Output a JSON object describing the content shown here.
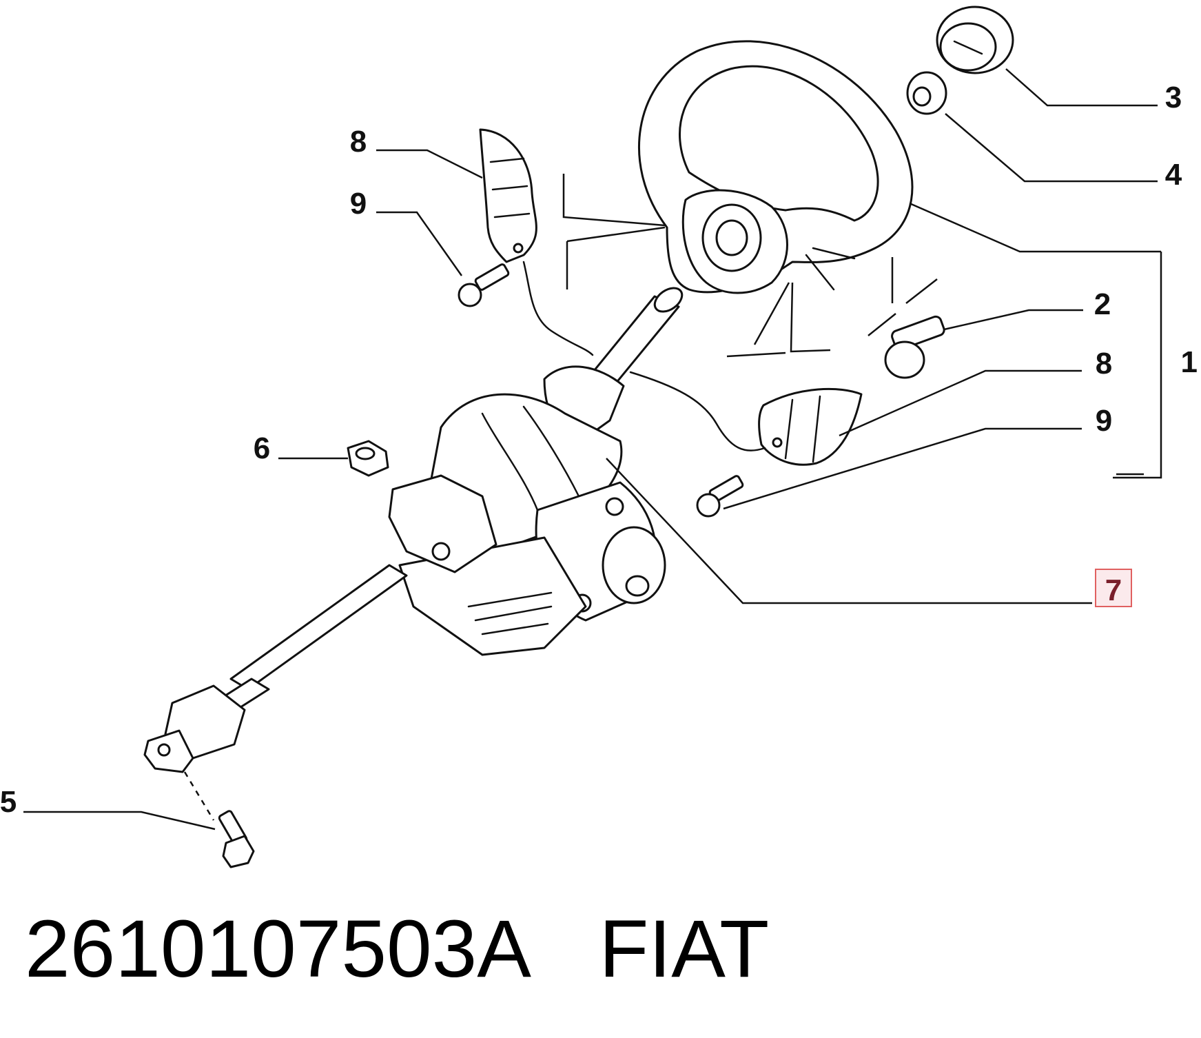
{
  "callouts": {
    "c1": "1",
    "c2": "2",
    "c3": "3",
    "c4": "4",
    "c5": "5",
    "c6": "6",
    "c7": "7",
    "c8a": "8",
    "c8b": "8",
    "c9a": "9",
    "c9b": "9"
  },
  "highlight": {
    "callout": "7",
    "border_color": "#e06060",
    "fill_color": "#fbeaec"
  },
  "caption": {
    "part_number": "2610107503A",
    "brand": "FIAT"
  }
}
